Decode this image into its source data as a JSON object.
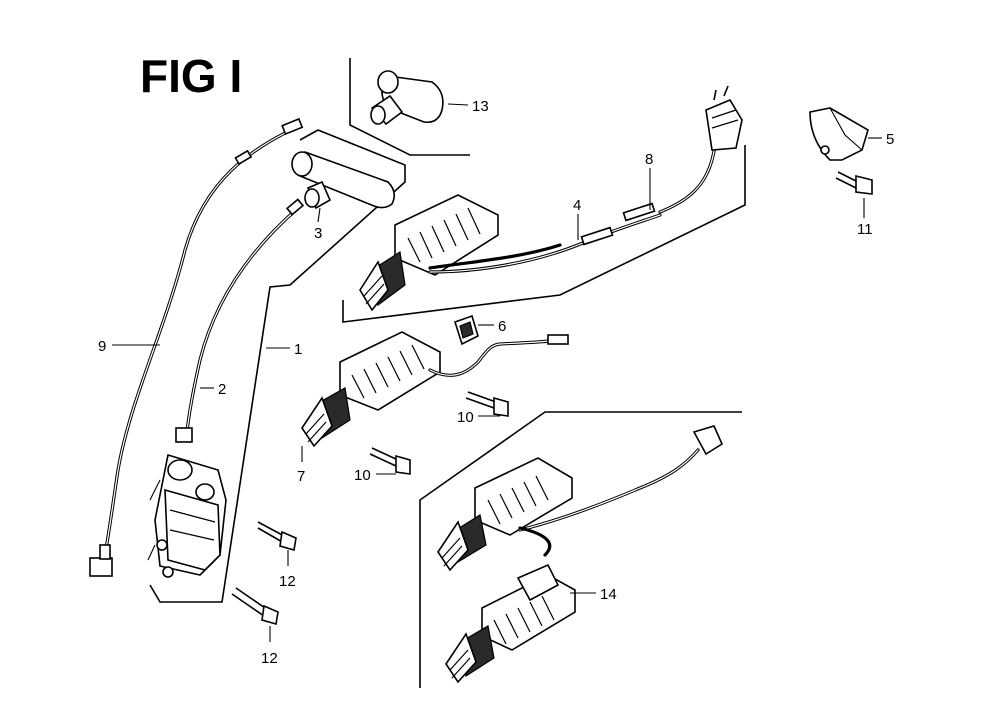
{
  "figure": {
    "title": "FIG I"
  },
  "callouts": {
    "c1": "1",
    "c2": "2",
    "c3": "3",
    "c4": "4",
    "c5": "5",
    "c6": "6",
    "c7": "7",
    "c8": "8",
    "c9": "9",
    "c10a": "10",
    "c10b": "10",
    "c11": "11",
    "c12a": "12",
    "c12b": "12",
    "c13": "13",
    "c14": "14"
  }
}
